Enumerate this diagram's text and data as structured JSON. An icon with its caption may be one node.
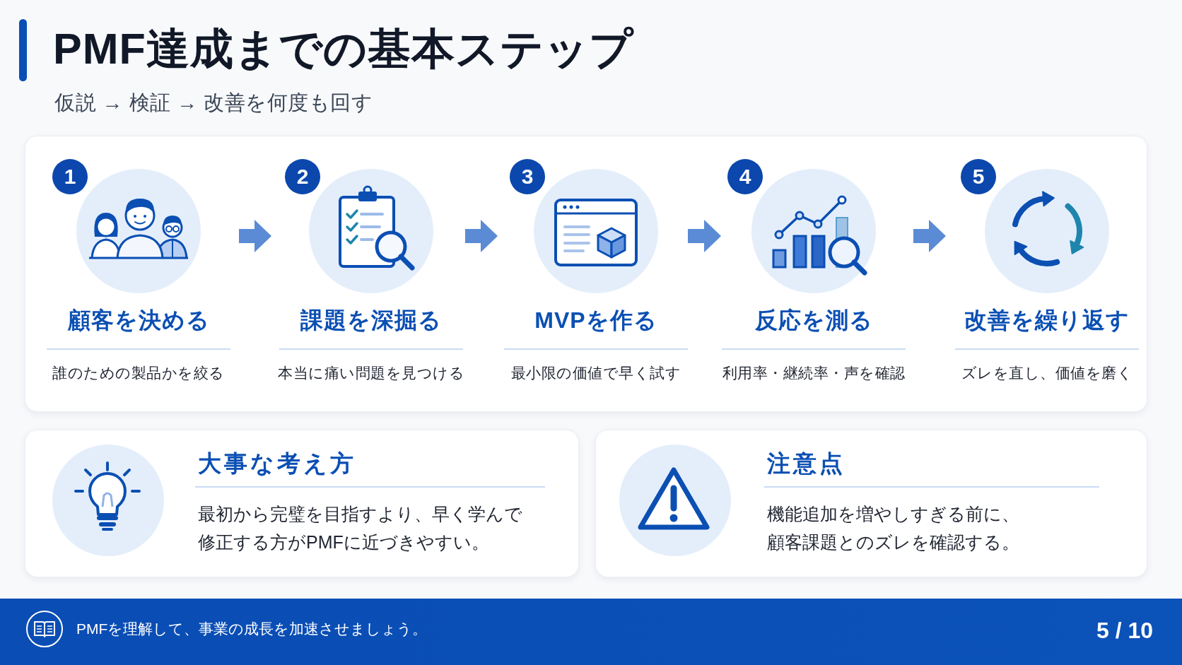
{
  "diagram": {
    "title": "PMF達成までの基本ステップ",
    "nodes": [
      {
        "text": [],
        "shape": "box"
      },
      {
        "text": [
          "1",
          "顧客を決める",
          "誰のための製品かを絞る"
        ],
        "in": 0
      },
      {
        "text": [
          "2",
          "課題を深掘る",
          "本当に痛い問題を見つける"
        ],
        "in": 0
      },
      {
        "text": [
          "3",
          "MVPを作る",
          "最小限の価値で早く試す"
        ],
        "in": 0
      },
      {
        "text": [
          "4",
          "反応を測る",
          "利用率・継続率・声を確認"
        ],
        "in": 0
      },
      {
        "text": [
          "5",
          "改善を繰り返す",
          "ズレを直し、価値を磨く"
        ],
        "in": 0
      },
      {
        "text": [
          "大事な考え方",
          "最初から完璧を目指すより、早く学んで修正する方がPMFに近づきやすい。"
        ]
      },
      {
        "text": [
          "注意点",
          "機能追加を増やしすぎる前に、顧客課題とのズレを確認する。"
        ]
      },
      {
        "text": [
          "PMFを理解して、事業の成長を加速させましょう。",
          "5 / 10"
        ]
      }
    ],
    "edges": [
      {
        "from": 1,
        "to": 2,
        "arrow": "to"
      },
      {
        "from": 2,
        "to": 3,
        "arrow": "to"
      },
      {
        "from": 3,
        "to": 4,
        "arrow": "to"
      },
      {
        "from": 4,
        "to": 5,
        "arrow": "to"
      }
    ],
    "labels": [
      "仮説 → 検証 → 改善を何度も回す"
    ]
  }
}
